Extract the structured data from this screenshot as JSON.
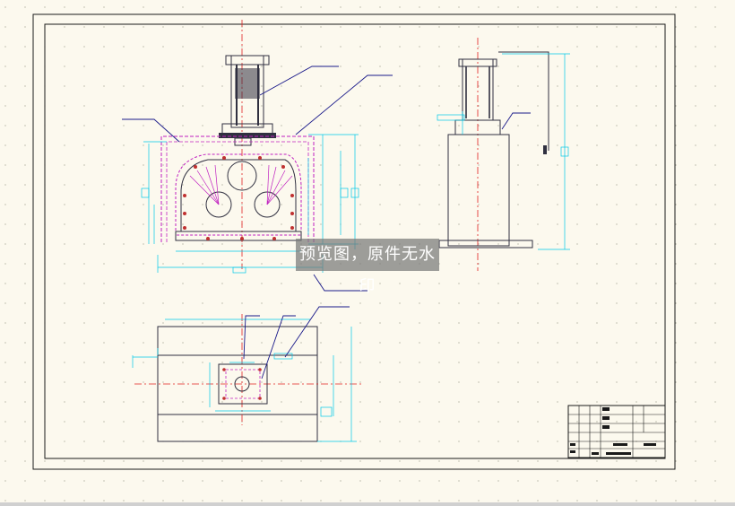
{
  "watermark": {
    "text": "预览图，原件无水印"
  },
  "colors": {
    "paper": "#fcf9ee",
    "frame": "#1a1a1a",
    "dimension": "#00c8e8",
    "centerline": "#e02020",
    "hidden": "#c020c0",
    "leader": "#1a1a8a",
    "part": "#303040"
  },
  "drawing": {
    "views": [
      "front-view",
      "side-view",
      "top-view"
    ],
    "title_block": "title-block"
  }
}
